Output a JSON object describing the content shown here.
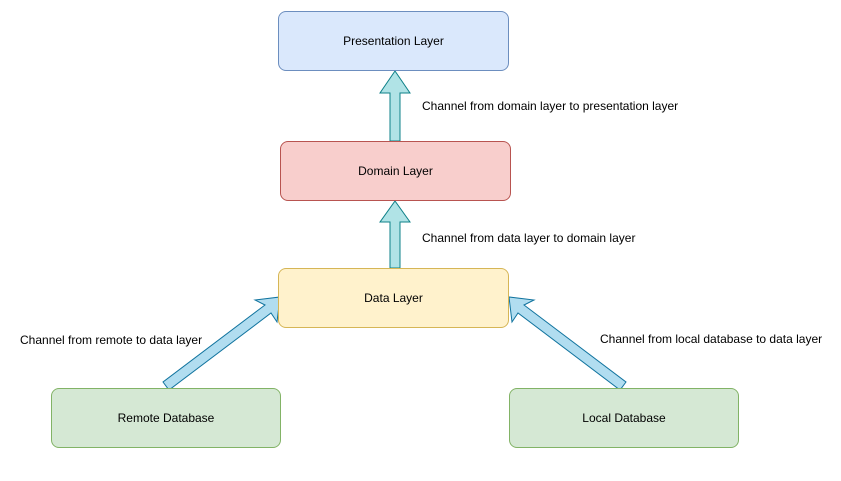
{
  "nodes": {
    "presentation": {
      "label": "Presentation Layer",
      "fill": "#dae8fc",
      "stroke": "#6c8ebf"
    },
    "domain": {
      "label": "Domain Layer",
      "fill": "#f8cecc",
      "stroke": "#b85450"
    },
    "data": {
      "label": "Data Layer",
      "fill": "#fff2cc",
      "stroke": "#d6b656"
    },
    "remote": {
      "label": "Remote Database",
      "fill": "#d5e8d4",
      "stroke": "#82b366"
    },
    "local": {
      "label": "Local Database",
      "fill": "#d5e8d4",
      "stroke": "#82b366"
    }
  },
  "edges": {
    "domain_to_presentation": {
      "label": "Channel from domain layer to presentation layer"
    },
    "data_to_domain": {
      "label": "Channel from data layer to domain layer"
    },
    "remote_to_data": {
      "label": "Channel from remote to data layer"
    },
    "local_to_data": {
      "label": "Channel from local database to data layer"
    }
  },
  "colors": {
    "arrow_fill": "#b0e3e6",
    "arrow_fill_diagonal": "#b1ddf0",
    "arrow_stroke": "#0e8088",
    "arrow_stroke_diagonal": "#10739e"
  }
}
